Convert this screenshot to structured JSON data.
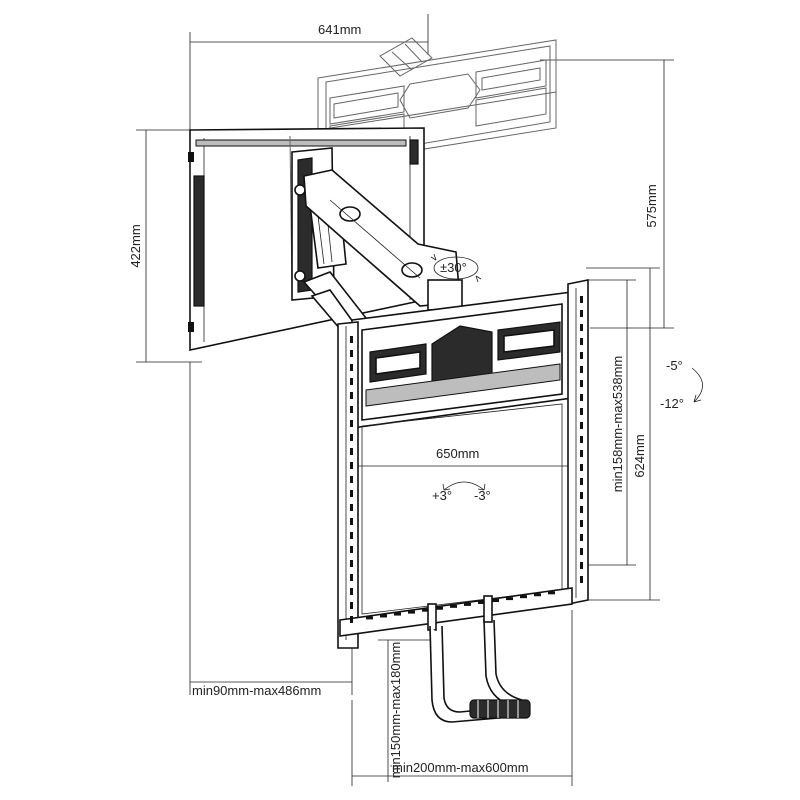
{
  "dimensions": {
    "top_width": "641mm",
    "wall_height": "422mm",
    "arm_height": "575mm",
    "rotation": "±30°",
    "tilt_up": "-5°",
    "tilt_down": "-12°",
    "frame_width": "650mm",
    "frame_height": "624mm",
    "vesa_vertical": "min158mm-max538mm",
    "level_plus": "+3°",
    "level_minus": "-3°",
    "extension": "min90mm-max486mm",
    "drop": "min150mm-max180mm",
    "vesa_horizontal": "min200mm-max600mm"
  }
}
